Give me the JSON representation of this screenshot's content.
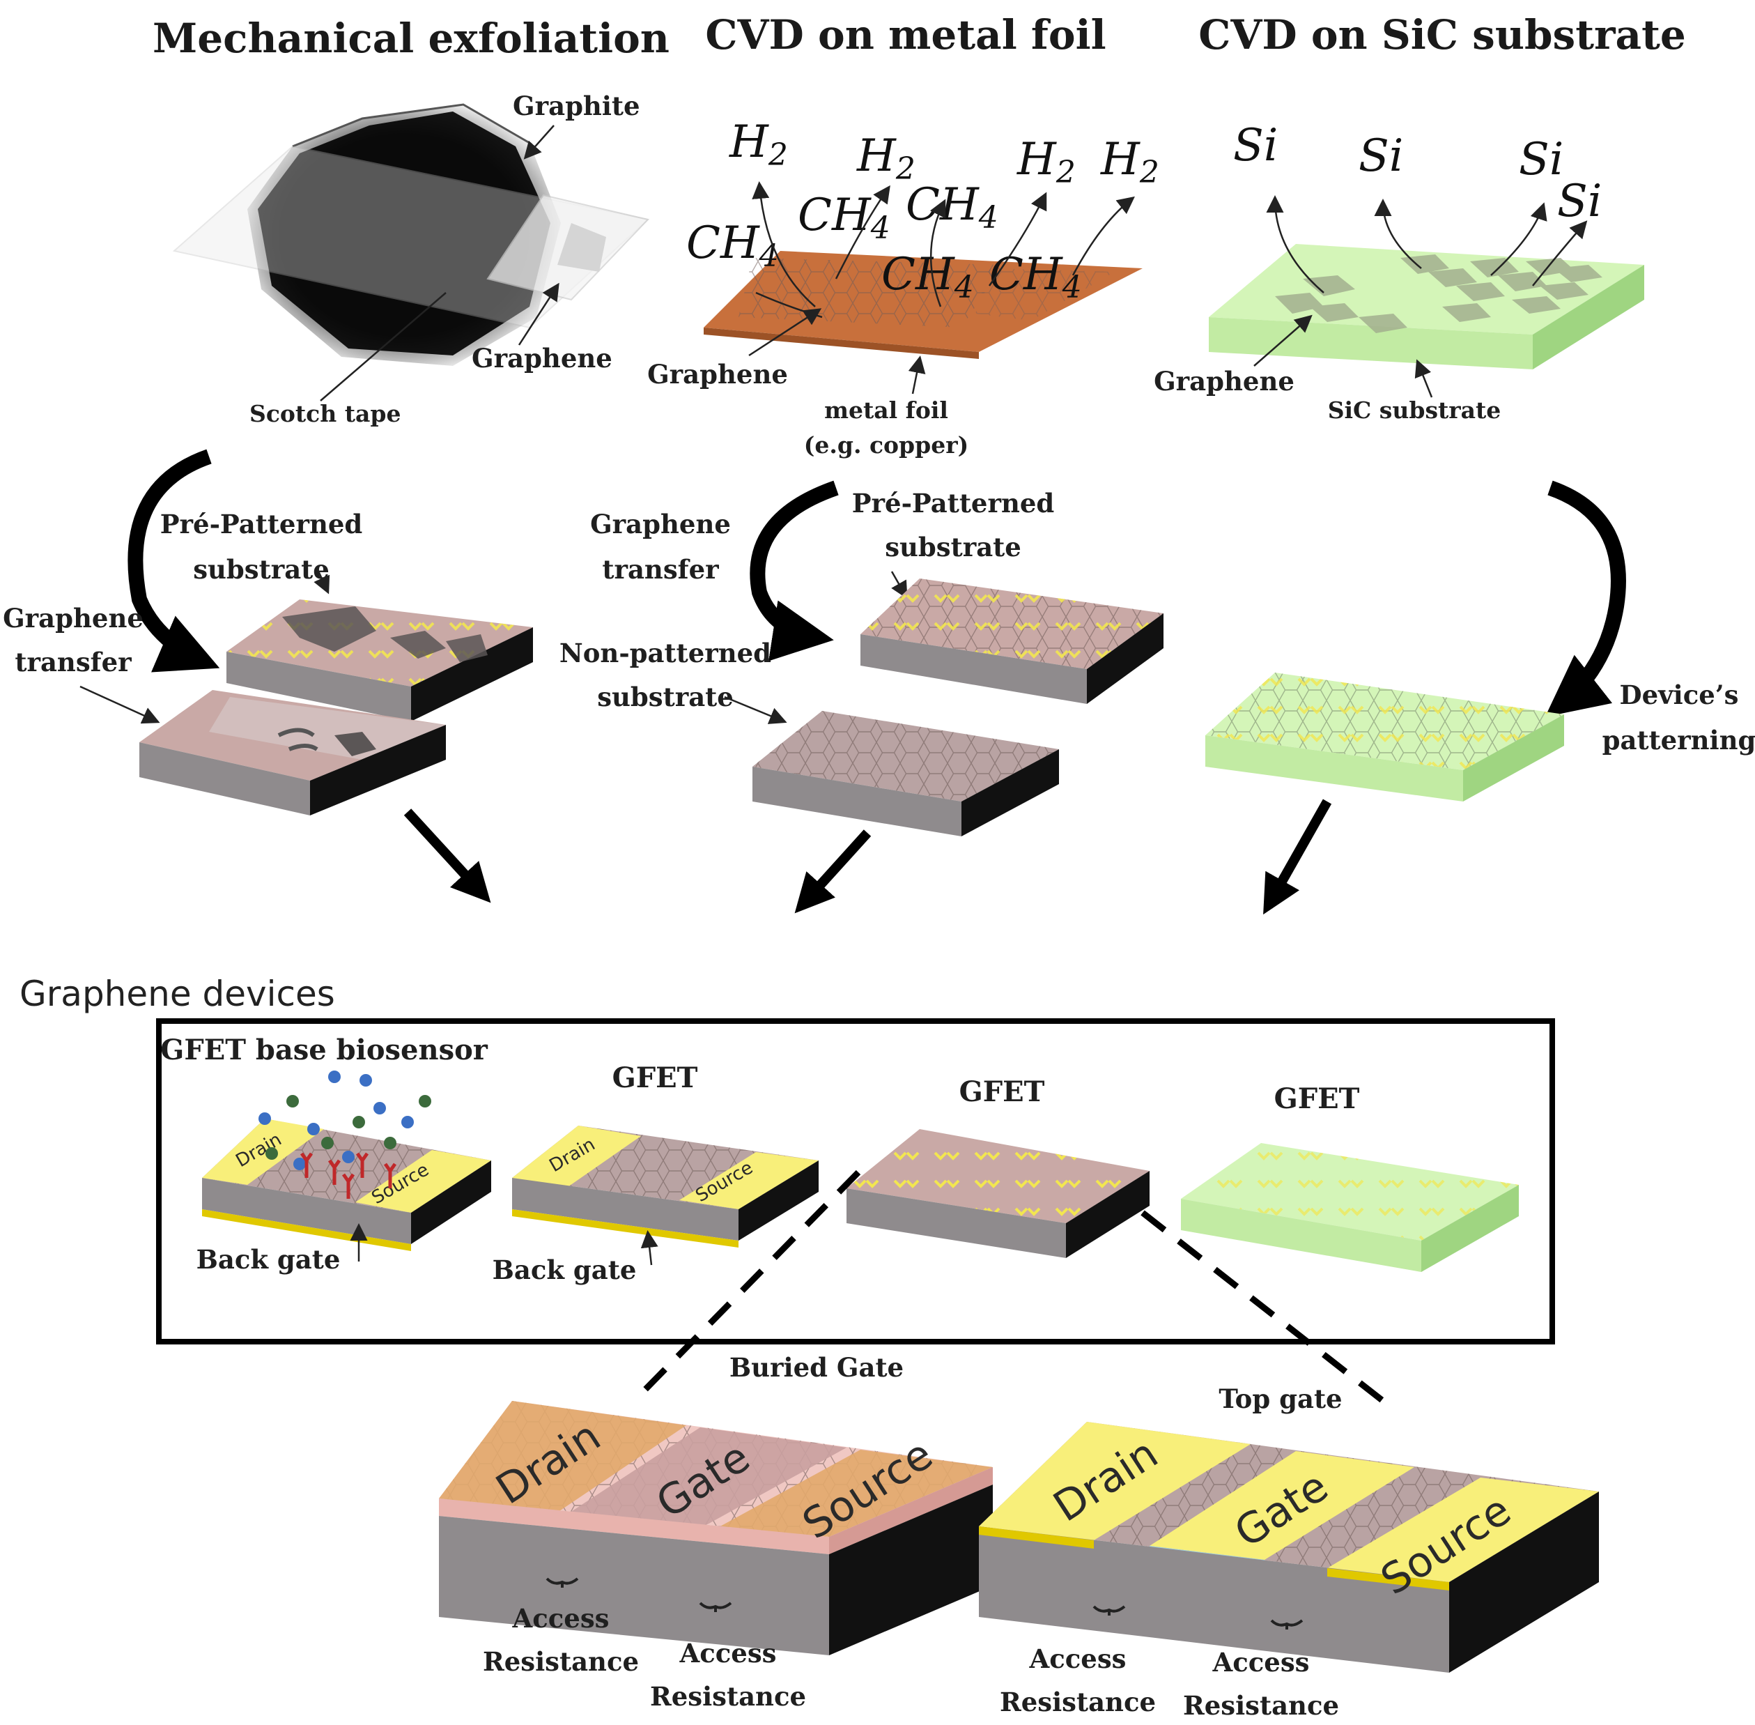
{
  "headers": {
    "mechanical": "Mechanical exfoliation",
    "cvd_metal": "CVD on metal foil",
    "cvd_sic": "CVD on SiC substrate"
  },
  "mechanical": {
    "graphite": "Graphite",
    "graphene": "Graphene",
    "scotch_tape": "Scotch tape",
    "pre_patterned_1": "Pré-Patterned",
    "pre_patterned_2": "substrate",
    "transfer_1": "Graphene",
    "transfer_2": "transfer"
  },
  "cvd_metal": {
    "gas_h2": "H",
    "gas_ch4": "CH",
    "sub_2": "2",
    "sub_4": "4",
    "graphene": "Graphene",
    "foil_1": "metal foil",
    "foil_2": "(e.g. copper)",
    "transfer_1": "Graphene",
    "transfer_2": "transfer",
    "pre_patterned_1": "Pré-Patterned",
    "pre_patterned_2": "substrate",
    "non_patterned_1": "Non-patterned",
    "non_patterned_2": "substrate"
  },
  "cvd_sic": {
    "si": "Si",
    "graphene": "Graphene",
    "substrate": "SiC substrate",
    "patterning_1": "Device’s",
    "patterning_2": "patterning"
  },
  "devices": {
    "section_title": "Graphene devices",
    "biosensor": "GFET base biosensor",
    "gfet": "GFET",
    "back_gate": "Back gate",
    "drain": "Drain",
    "source": "Source"
  },
  "detail": {
    "buried_gate": "Buried Gate",
    "top_gate": "Top gate",
    "drain": "Drain",
    "gate": "Gate",
    "source": "Source",
    "access_1": "Access",
    "access_2": "Resistance"
  },
  "colors": {
    "copper": "#c8703c",
    "sic_green": "#d4f5b8",
    "substrate_pink": "#c9a9a6",
    "electrode_yellow": "#f8ef7a",
    "side_gray": "#8f8b8d"
  }
}
